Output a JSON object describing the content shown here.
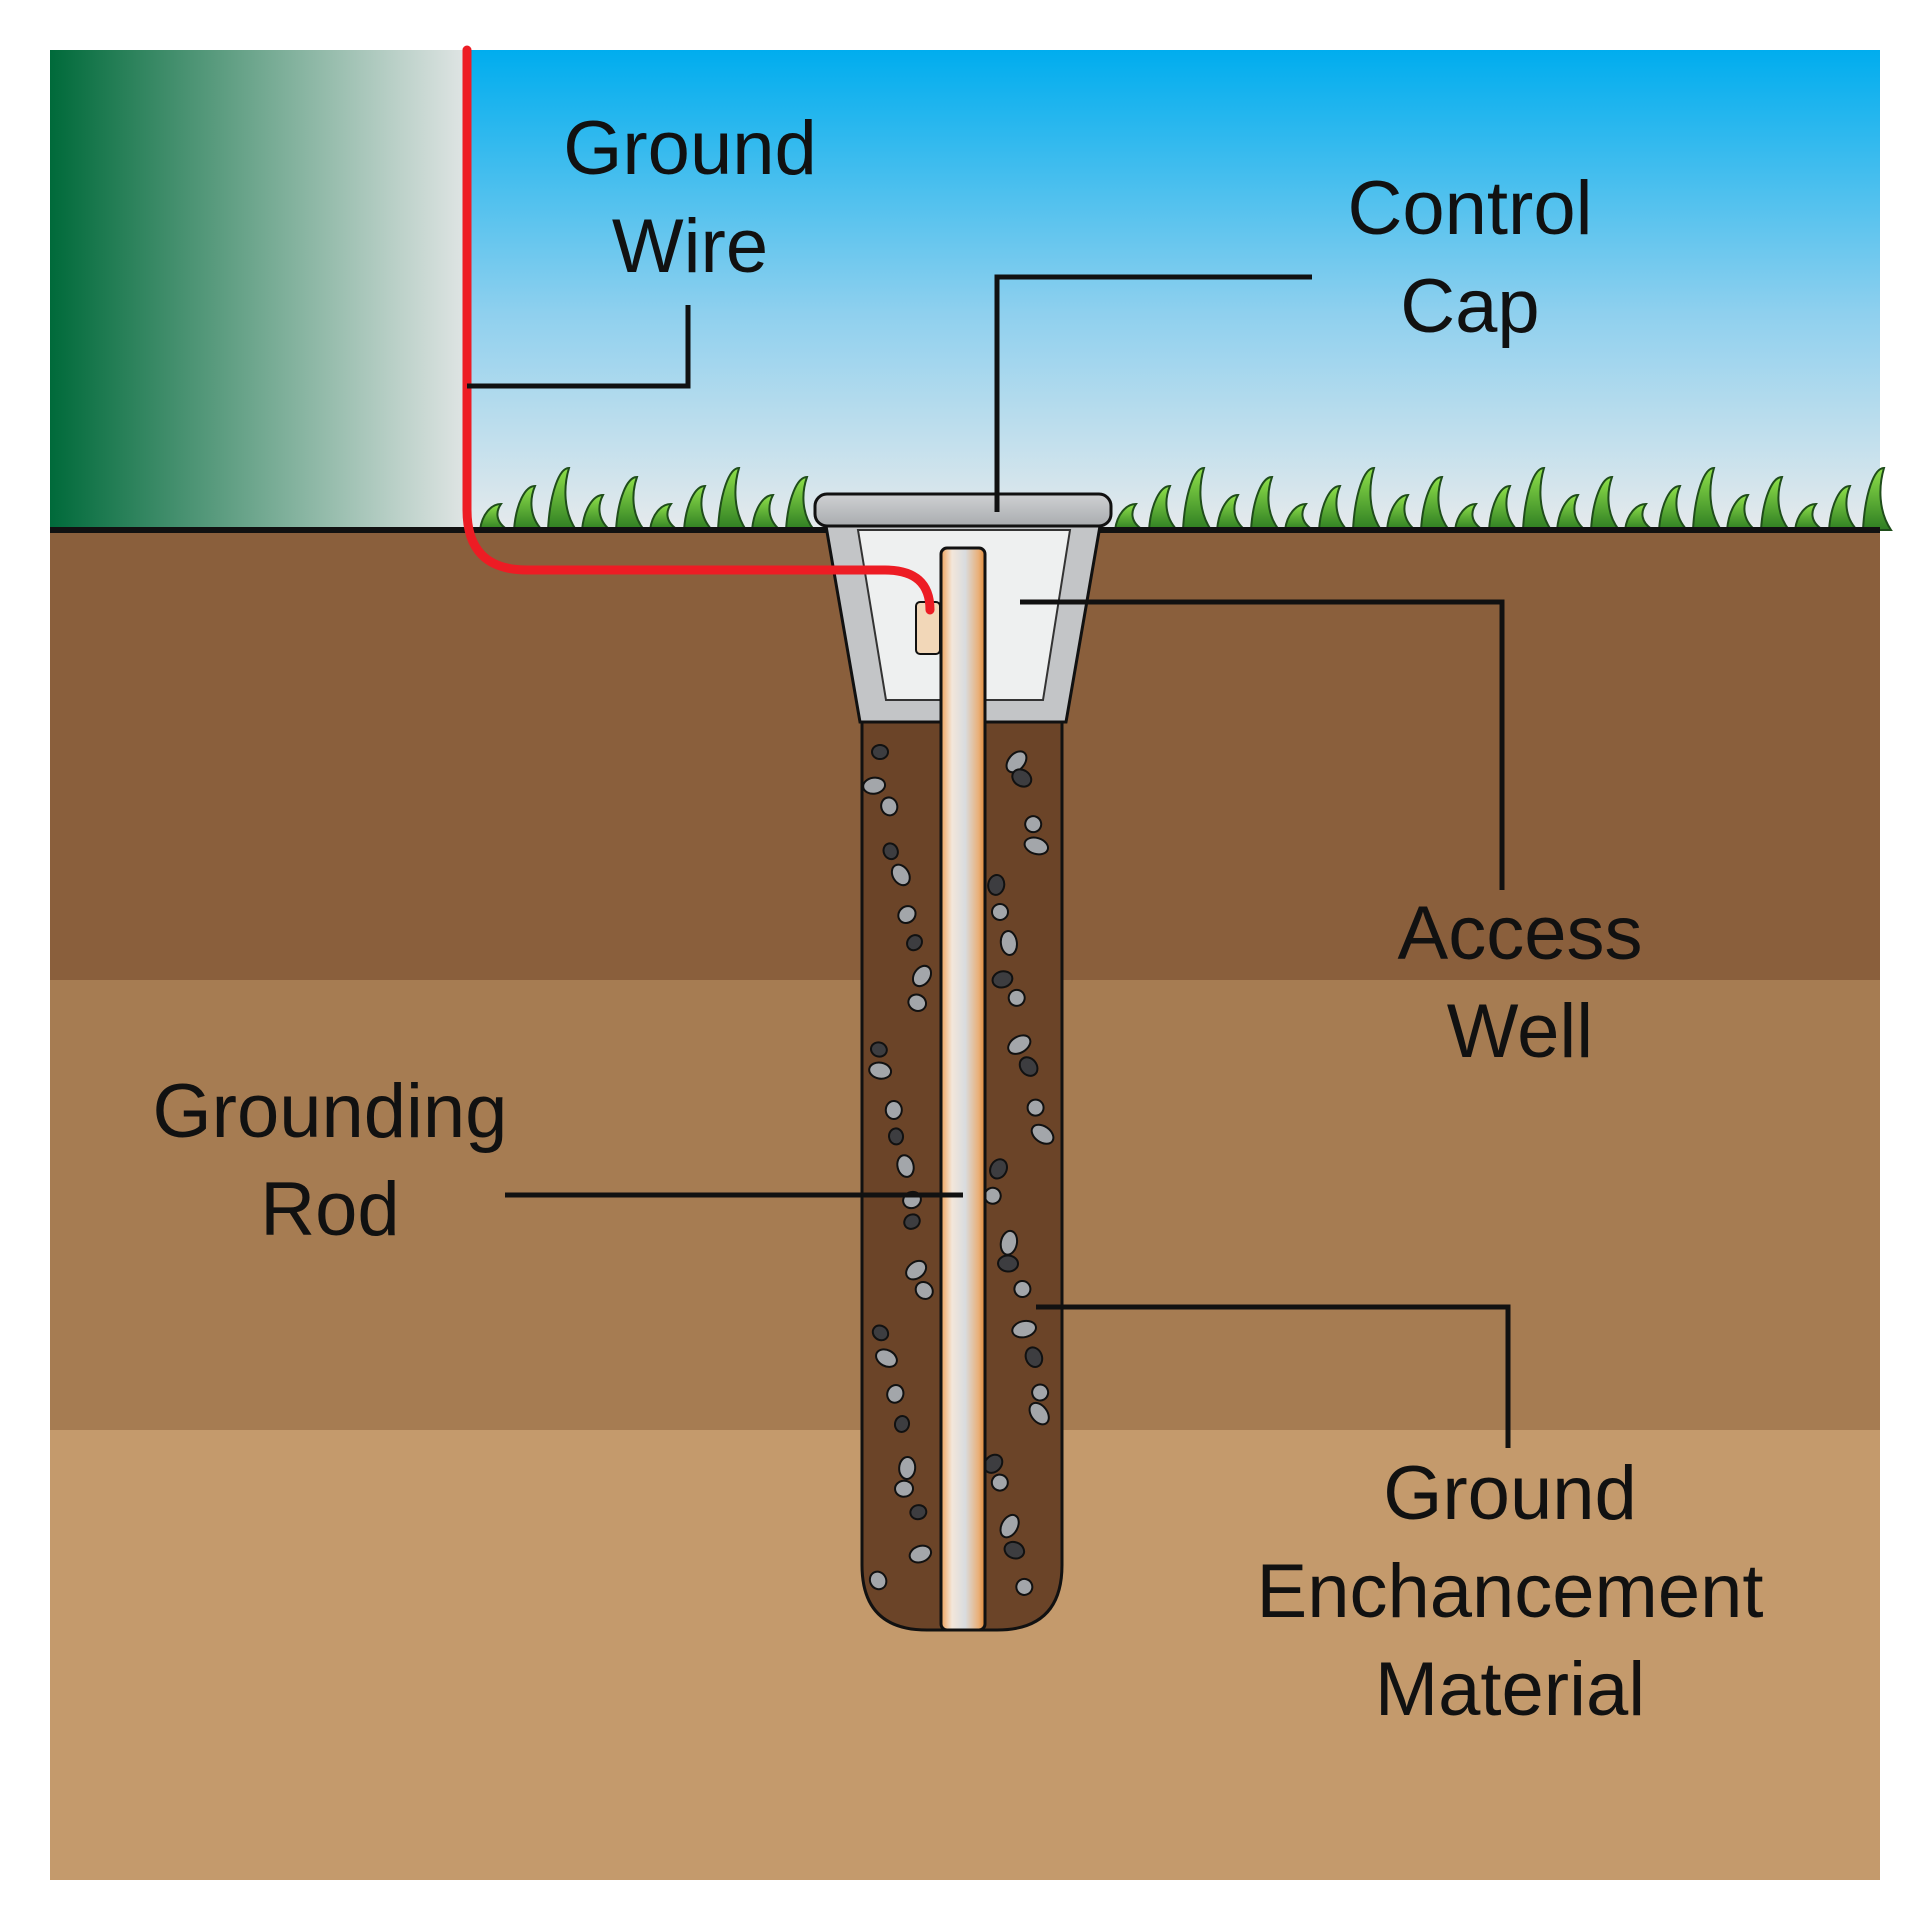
{
  "labels": {
    "ground_wire": [
      "Ground",
      "Wire"
    ],
    "control_cap": [
      "Control",
      "Cap"
    ],
    "access_well": [
      "Access",
      "Well"
    ],
    "grounding_rod": [
      "Grounding",
      "Rod"
    ],
    "ground_enhancement_material": [
      "Ground",
      "Enchancement",
      "Material"
    ]
  },
  "colors": {
    "sky_top": "#00adee",
    "sky_bottom": "#e6eaec",
    "building_dark": "#006a3a",
    "building_light": "#e2e6e6",
    "wire": "#ed1c24",
    "grass_dark": "#1f5c1f",
    "grass_light": "#7ed23a",
    "soil_top": "#8a5f3c",
    "soil_mid": "#a67c52",
    "soil_bottom": "#c49a6c",
    "backfill": "#6b4428",
    "rod_copper": "#e89b4a",
    "cap_gray": "#c0c2c4",
    "well_interior": "#eef0f0"
  },
  "icons": [
    "building",
    "ground-wire",
    "control-cap",
    "access-well",
    "grounding-rod",
    "gravel-backfill",
    "grass"
  ]
}
